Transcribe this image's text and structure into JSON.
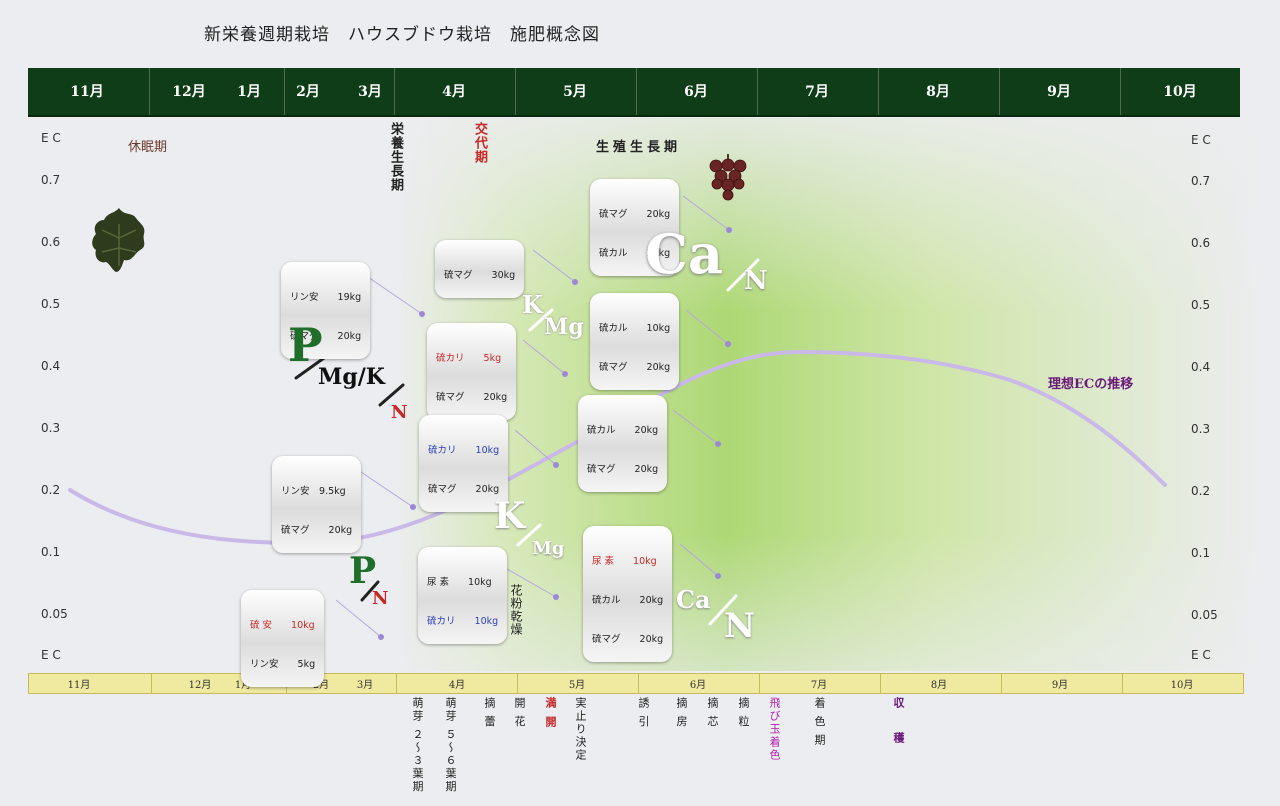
{
  "title": "新栄養週期栽培　ハウスブドウ栽培　施肥概念図",
  "months": [
    "11月",
    "12月",
    "1月",
    "2月",
    "3月",
    "4月",
    "5月",
    "6月",
    "7月",
    "8月",
    "9月",
    "10月"
  ],
  "axis": {
    "unit": "E C",
    "ticks": [
      "0.7",
      "0.6",
      "0.5",
      "0.4",
      "0.3",
      "0.2",
      "0.1",
      "0.05"
    ]
  },
  "stages": {
    "dormant": "休眠期",
    "vegetative": "栄養生長期",
    "transition": "交代期",
    "reproductive": "生殖生長期",
    "curve": "理想ECの推移",
    "pollen": "花粉乾燥"
  },
  "boxes": {
    "b1": {
      "rows": [
        {
          "name": "硫マグ",
          "amt": "20kg"
        },
        {
          "name": "硫カル",
          "amt": "20kg"
        }
      ]
    },
    "b2": {
      "rows": [
        {
          "name": "硫マグ",
          "amt": "30kg"
        }
      ]
    },
    "b3": {
      "rows": [
        {
          "name": "リン安",
          "amt": "19kg"
        },
        {
          "name": "硫マグ",
          "amt": "20kg"
        }
      ]
    },
    "b4": {
      "rows": [
        {
          "name": "硫カル",
          "amt": "10kg"
        },
        {
          "name": "硫マグ",
          "amt": "20kg"
        }
      ]
    },
    "b5": {
      "rows": [
        {
          "name": "硫カリ",
          "amt": "5kg"
        },
        {
          "name": "硫マグ",
          "amt": "20kg"
        }
      ]
    },
    "b6": {
      "rows": [
        {
          "name": "硫カル",
          "amt": "20kg"
        },
        {
          "name": "硫マグ",
          "amt": "20kg"
        }
      ]
    },
    "b7": {
      "rows": [
        {
          "name": "硫カリ",
          "amt": "10kg"
        },
        {
          "name": "硫マグ",
          "amt": "20kg"
        }
      ]
    },
    "b8": {
      "rows": [
        {
          "name": "リン安",
          "amt": "9.5kg"
        },
        {
          "name": "硫マグ",
          "amt": "20kg"
        }
      ]
    },
    "b9": {
      "rows": [
        {
          "name": "尿 素",
          "amt": "10kg"
        },
        {
          "name": "硫カル",
          "amt": "20kg"
        },
        {
          "name": "硫マグ",
          "amt": "20kg"
        }
      ]
    },
    "b10": {
      "rows": [
        {
          "name": "尿 素",
          "amt": "10kg"
        },
        {
          "name": "硫カリ",
          "amt": "10kg"
        }
      ]
    },
    "b11": {
      "rows": [
        {
          "name": "硫 安",
          "amt": "10kg"
        },
        {
          "name": "リン安",
          "amt": "5kg"
        }
      ]
    }
  },
  "ratios": {
    "pmgk": {
      "num": "P",
      "den": "Mg/K"
    },
    "n1": {
      "den": "N"
    },
    "km1": {
      "num": "K",
      "den": "Mg"
    },
    "can1": {
      "num": "Ca",
      "den": "N"
    },
    "km2": {
      "num": "K",
      "den": "Mg"
    },
    "pn": {
      "num": "P",
      "den": "N"
    },
    "can2": {
      "num": "Ca",
      "den": "N"
    }
  },
  "bottom_notes": [
    "萌芽 ２〜３葉期",
    "萌芽 ５〜６葉期",
    "摘 蕾",
    "開 花",
    "満 開",
    "実止り決定",
    "誘 引",
    "摘 房",
    "摘 芯",
    "摘 粒",
    "飛び玉着色",
    "着 色 期",
    "収 穫"
  ],
  "colors": {
    "topbar": "#0f3d18",
    "bottombar": "#f0e9a0",
    "curve": "#c9b8e8",
    "green_text": "#1f6e2a",
    "red_text": "#c62828",
    "blue_text": "#2a3fb5",
    "purple_text": "#6a1b7a"
  }
}
